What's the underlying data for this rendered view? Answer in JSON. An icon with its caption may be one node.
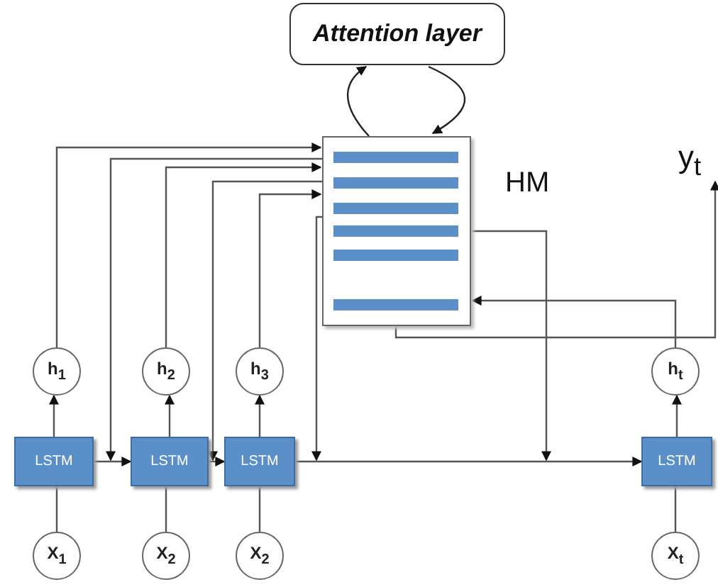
{
  "diagram": {
    "nodes": [
      {
        "text": [
          "Attention layer"
        ]
      },
      {
        "text": [],
        "shape": "box",
        "beside": [
          "HM"
        ]
      },
      {
        "text": [
          "y$_{t}$"
        ]
      },
      {
        "text": [
          "h$_{1}$"
        ]
      },
      {
        "text": [
          "h$_{2}$"
        ]
      },
      {
        "text": [
          "h$_{3}$"
        ]
      },
      {
        "text": [
          "h$_{t}$"
        ]
      },
      {
        "text": [
          "LSTM"
        ]
      },
      {
        "text": [
          "LSTM"
        ]
      },
      {
        "text": [
          "LSTM"
        ]
      },
      {
        "text": [
          "LSTM"
        ]
      },
      {
        "text": [
          "X$_{1}$"
        ]
      },
      {
        "text": [
          "X$_{2}$"
        ]
      },
      {
        "text": [
          "X$_{2}$"
        ]
      },
      {
        "text": [
          "X$_{t}$"
        ]
      }
    ],
    "edges": [
      {
        "from": 1,
        "to": 0,
        "arrow": "to"
      },
      {
        "from": 0,
        "to": 1,
        "arrow": "to"
      },
      {
        "from": 3,
        "to": 1,
        "arrow": "to"
      },
      {
        "from": 1,
        "to": 8,
        "arrow": "to"
      },
      {
        "from": 4,
        "to": 1,
        "arrow": "to"
      },
      {
        "from": 1,
        "to": 9,
        "arrow": "to"
      },
      {
        "from": 5,
        "to": 1,
        "arrow": "to"
      },
      {
        "from": 1,
        "to": 9,
        "arrow": "to"
      },
      {
        "from": 1,
        "to": 10,
        "arrow": "to"
      },
      {
        "from": 6,
        "to": 1,
        "arrow": "to"
      },
      {
        "from": 1,
        "to": 2,
        "arrow": "to"
      },
      {
        "from": 7,
        "to": 8,
        "arrow": "to"
      },
      {
        "from": 8,
        "to": 9,
        "arrow": "to"
      },
      {
        "from": 9,
        "to": 10,
        "arrow": "to"
      },
      {
        "from": 7,
        "to": 3,
        "arrow": "to"
      },
      {
        "from": 8,
        "to": 4,
        "arrow": "to"
      },
      {
        "from": 9,
        "to": 5,
        "arrow": "to"
      },
      {
        "from": 10,
        "to": 6,
        "arrow": "to"
      },
      {
        "from": 11,
        "to": 7,
        "arrow": "none"
      },
      {
        "from": 12,
        "to": 8,
        "arrow": "none"
      },
      {
        "from": 13,
        "to": 9,
        "arrow": "none"
      },
      {
        "from": 14,
        "to": 10,
        "arrow": "none"
      }
    ]
  }
}
